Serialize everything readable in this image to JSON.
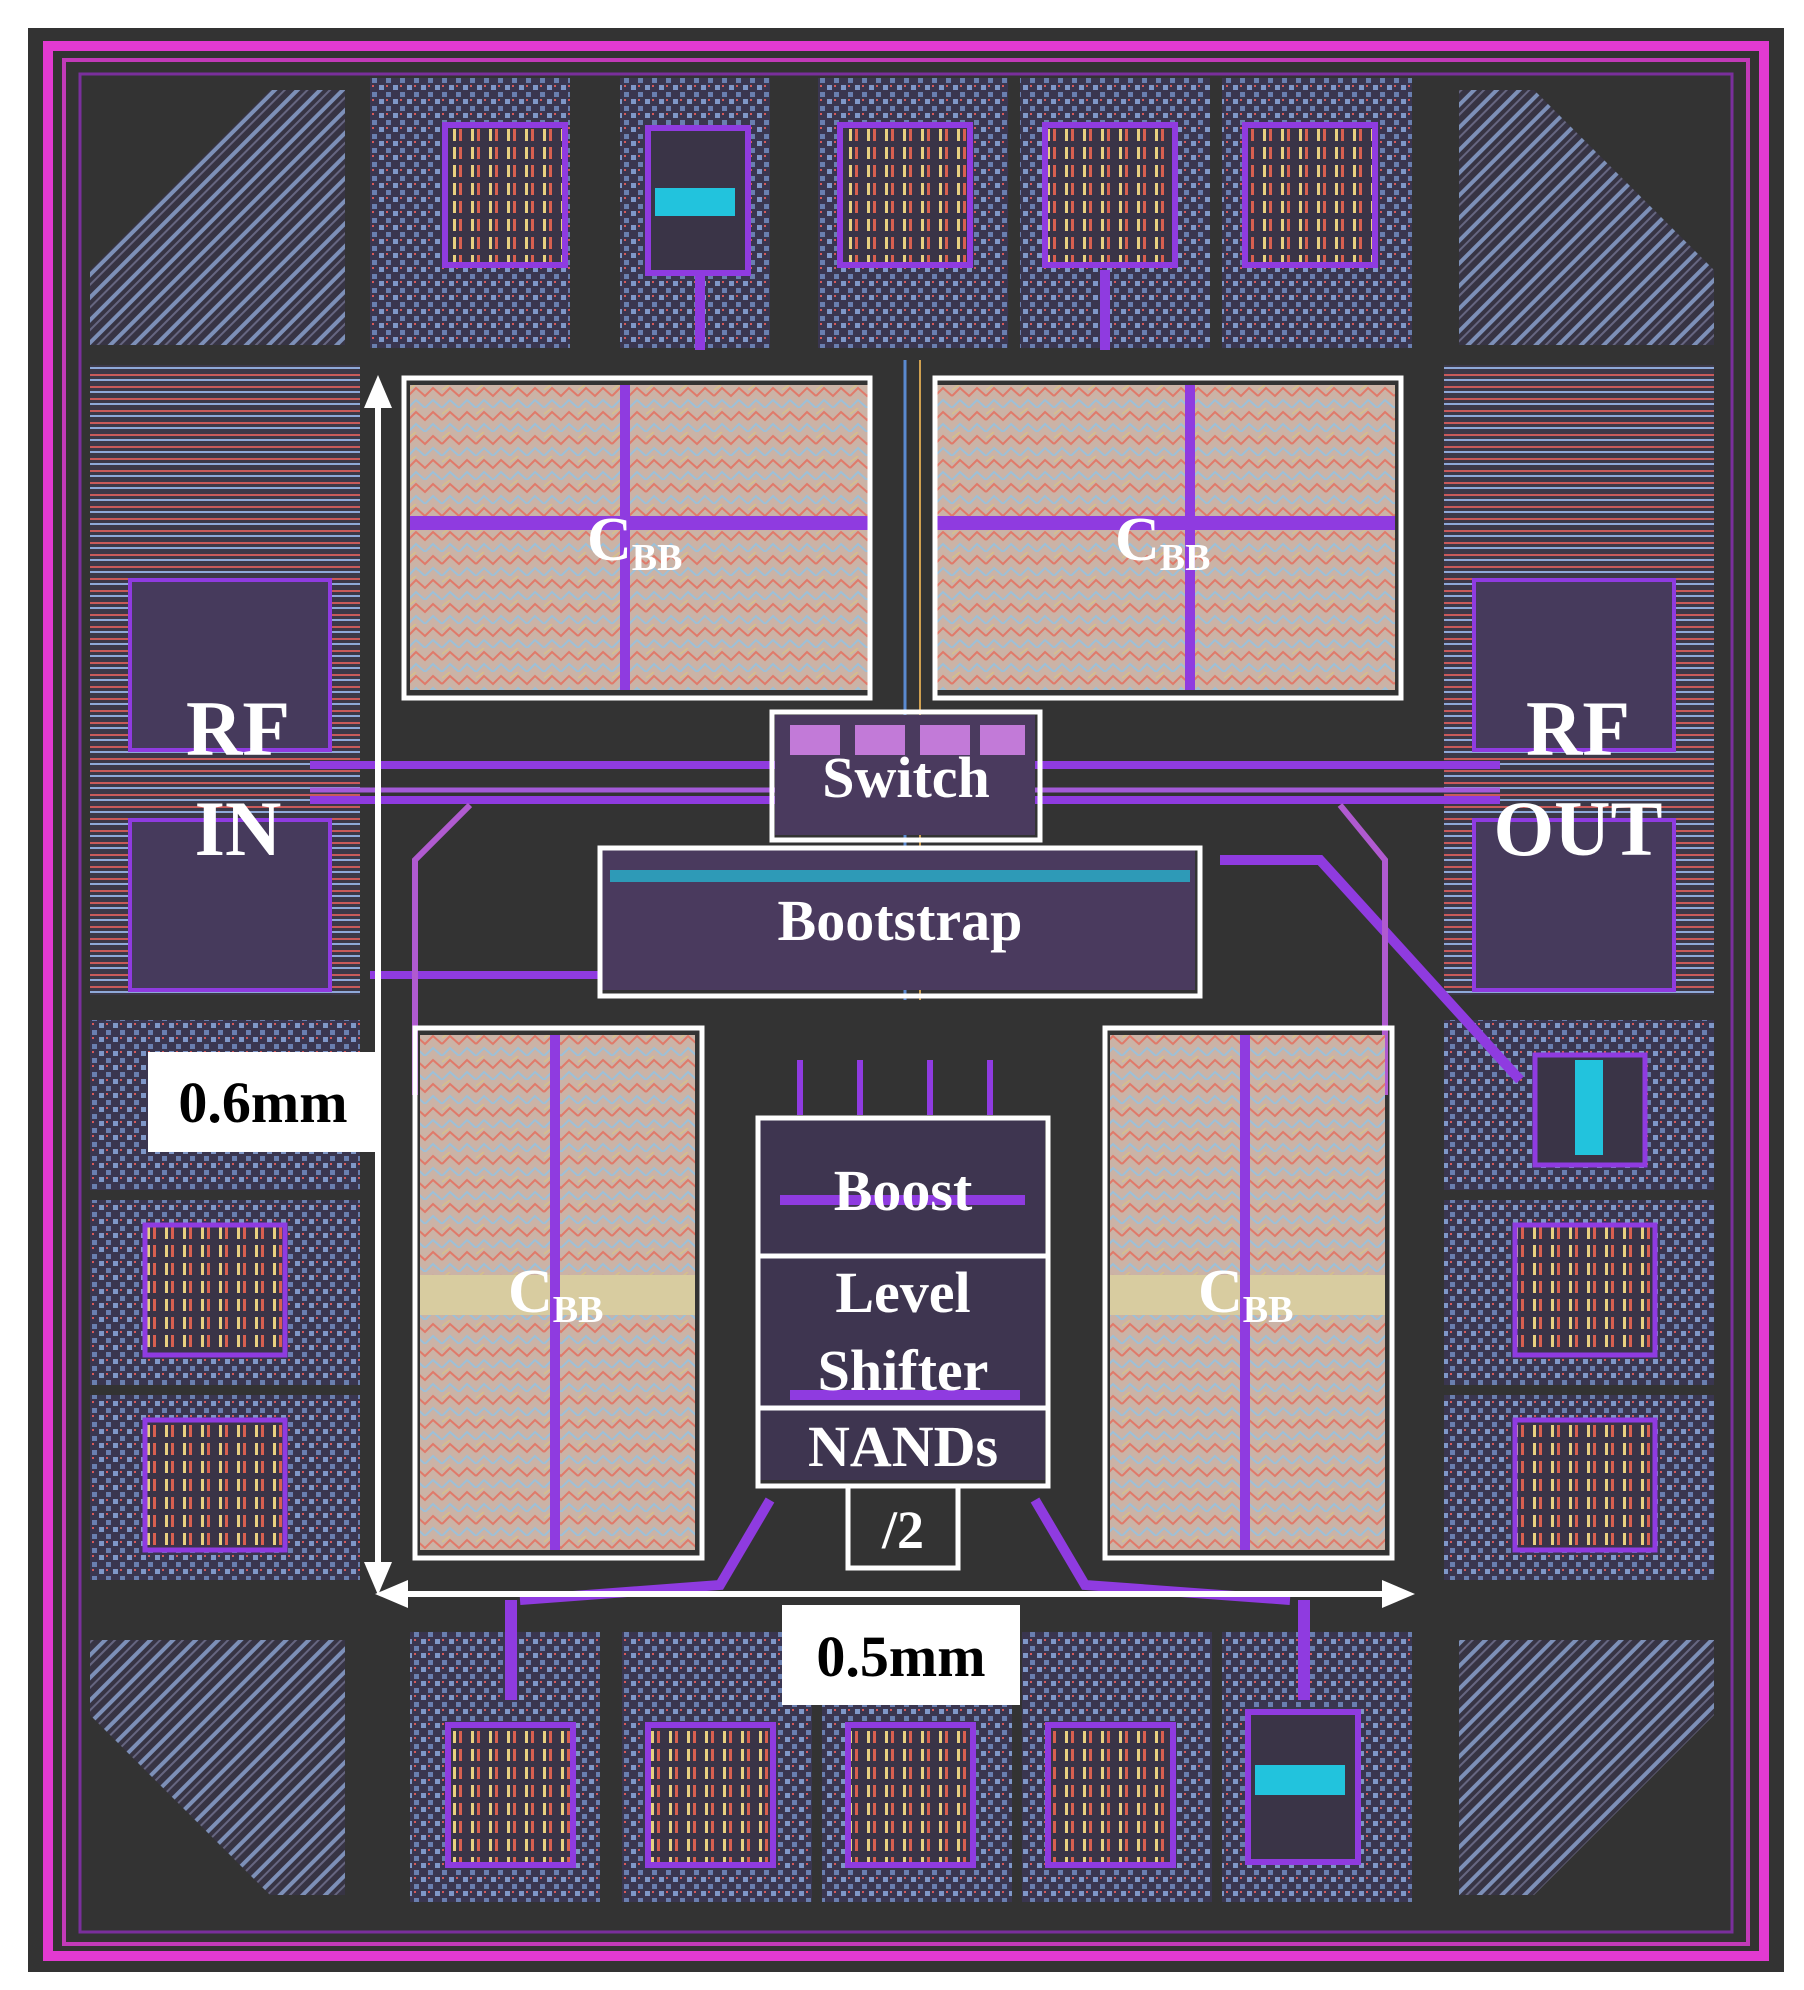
{
  "layout_labels": {
    "cbb_main": "C",
    "cbb_sub": "BB",
    "switch": "Switch",
    "bootstrap": "Bootstrap",
    "boost": "Boost",
    "level_shifter_line1": "Level",
    "level_shifter_line2": "Shifter",
    "nands": "NANDs",
    "divider": "/2",
    "rf_in_line1": "RF",
    "rf_in_line2": "IN",
    "rf_out_line1": "RF",
    "rf_out_line2": "OUT",
    "height_dim": "0.6mm",
    "width_dim": "0.5mm"
  },
  "colors": {
    "background": "#333333",
    "seal_ring": "#e23ad1",
    "metal_purple": "#8f3be0",
    "pad_blue": "#8aa6d6",
    "capacitor_fill": "#c9a69a",
    "highlight_box": "#ffffff",
    "cyan_device": "#22c3dd"
  }
}
